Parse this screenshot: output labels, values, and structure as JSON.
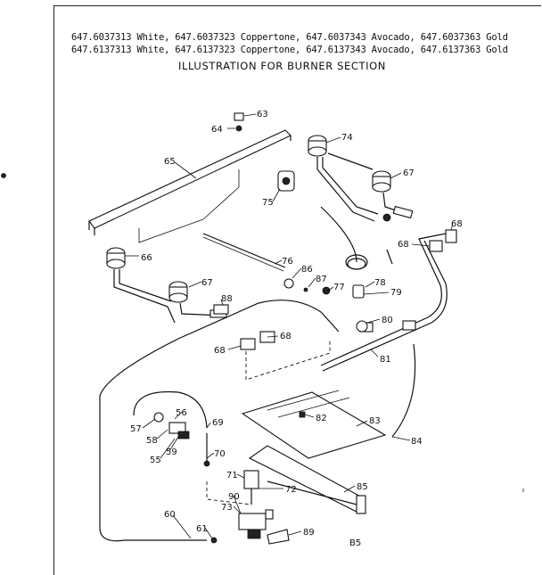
{
  "header": {
    "line1": "647.6037313 White, 647.6037323 Coppertone, 647.6037343 Avocado, 647.6037363 Gold",
    "line2": "647.6137313 White, 647.6137323 Coppertone, 647.6137343 Avocado, 647.6137363 Gold",
    "title": "ILLUSTRATION FOR BURNER SECTION"
  },
  "labels": {
    "p55": "55",
    "p56": "56",
    "p57": "57",
    "p58": "58",
    "p59": "59",
    "p60": "60",
    "p61": "61",
    "p63": "63",
    "p64": "64",
    "p65": "65",
    "p66": "66",
    "p67a": "67",
    "p67b": "67",
    "p68a": "68",
    "p68b": "68",
    "p68c": "68",
    "p68d": "68",
    "p69": "69",
    "p70": "70",
    "p71": "71",
    "p72": "72",
    "p73": "73",
    "p74": "74",
    "p75": "75",
    "p76": "76",
    "p77": "77",
    "p78": "78",
    "p79": "79",
    "p80": "80",
    "p81": "81",
    "p82": "82",
    "p83": "83",
    "p84": "84",
    "p85": "85",
    "p86": "86",
    "p87": "87",
    "p88": "88",
    "p89": "89",
    "p90": "90"
  },
  "page_number": "B5"
}
